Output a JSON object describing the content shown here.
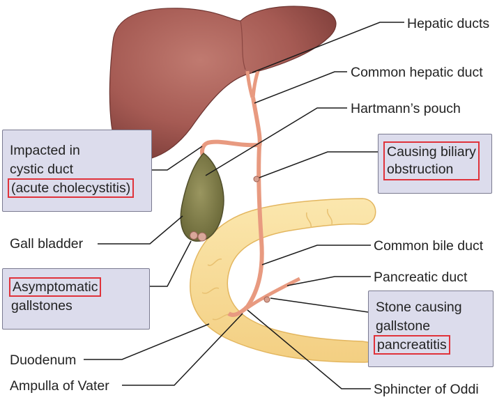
{
  "labels": {
    "hepatic_ducts": "Hepatic ducts",
    "common_hepatic_duct": "Common hepatic duct",
    "hartmanns_pouch": "Hartmann’s pouch",
    "gall_bladder": "Gall bladder",
    "common_bile_duct": "Common bile duct",
    "pancreatic_duct": "Pancreatic duct",
    "duodenum": "Duodenum",
    "ampulla_of_vater": "Ampulla of Vater",
    "sphincter_of_oddi": "Sphincter of Oddi"
  },
  "callouts": {
    "impacted": {
      "line1": "Impacted in",
      "line2": "cystic duct",
      "line3": "(acute cholecystitis)"
    },
    "asymptomatic": {
      "line1": "Asymptomatic",
      "line2": "gallstones"
    },
    "obstruction": {
      "line1": "Causing biliary",
      "line2": "obstruction"
    },
    "pancreatitis": {
      "line1": "Stone causing",
      "line2": "gallstone",
      "line3": "pancreatitis"
    }
  },
  "colors": {
    "liver": "#a55a53",
    "gallbladder": "#7d7a4a",
    "duct": "#e89a80",
    "duodenum": "#f7d894",
    "callout_bg": "#dcdcec",
    "highlight": "#e0323a"
  }
}
